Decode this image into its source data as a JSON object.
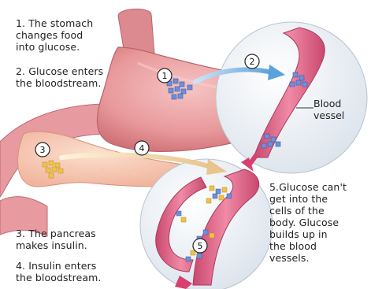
{
  "steps": {
    "s1": "1. The stomach\nchanges food\ninto glucose.",
    "s2": "2. Glucose enters\nthe bloodstream.",
    "s3": "3. The pancreas\nmakes insulin.",
    "s4": "4. Insulin enters\nthe bloodstream.",
    "s5": "5.Glucose can't\nget into the\ncells of the\nbody. Glucose\nbuilds up in\nthe blood\nvessels."
  },
  "labels": {
    "blood_vessel": "Blood\nvessel"
  },
  "markers": [
    "1",
    "2",
    "3",
    "4",
    "5"
  ],
  "colors": {
    "stomach": "#e8989a",
    "pancreas": "#f2b9a6",
    "vessel": "#e56b8c",
    "glucose": "#6f8fd9",
    "insulin": "#f0c24a",
    "circle_bg": "#e9eef3"
  }
}
